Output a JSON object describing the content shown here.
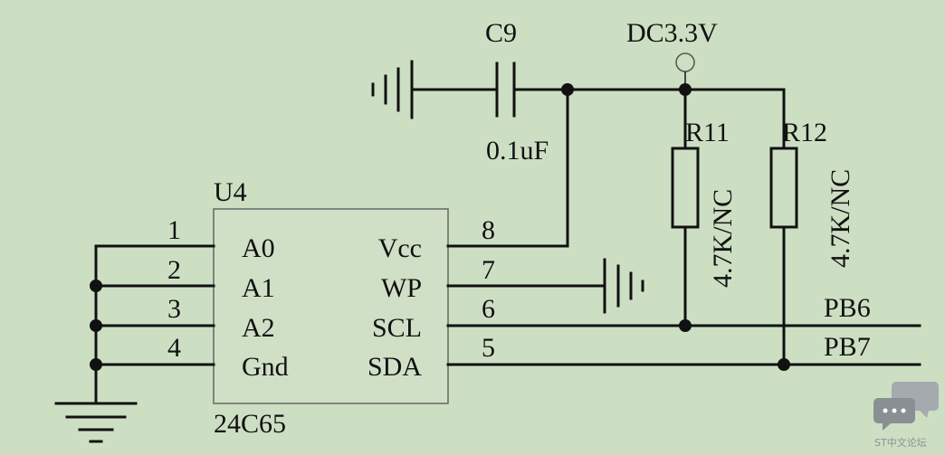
{
  "colors": {
    "background": "#cddfc3",
    "ink": "#111111",
    "chip_fill": "#cfe0c6",
    "watermark": "#9aa0a4"
  },
  "chip": {
    "designator": "U4",
    "part": "24C65",
    "left_pins": [
      {
        "num": "1",
        "name": "A0"
      },
      {
        "num": "2",
        "name": "A1"
      },
      {
        "num": "3",
        "name": "A2"
      },
      {
        "num": "4",
        "name": "Gnd"
      }
    ],
    "right_pins": [
      {
        "num": "8",
        "name": "Vcc"
      },
      {
        "num": "7",
        "name": "WP"
      },
      {
        "num": "6",
        "name": "SCL"
      },
      {
        "num": "5",
        "name": "SDA"
      }
    ]
  },
  "capacitor": {
    "designator": "C9",
    "value": "0.1uF"
  },
  "power": {
    "label": "DC3.3V"
  },
  "resistors": [
    {
      "designator": "R11",
      "value": "4.7K/NC"
    },
    {
      "designator": "R12",
      "value": "4.7K/NC"
    }
  ],
  "nets": {
    "scl": "PB6",
    "sda": "PB7"
  },
  "watermark": {
    "text": "ST中文论坛",
    "icon": "chat-bubbles-icon"
  }
}
